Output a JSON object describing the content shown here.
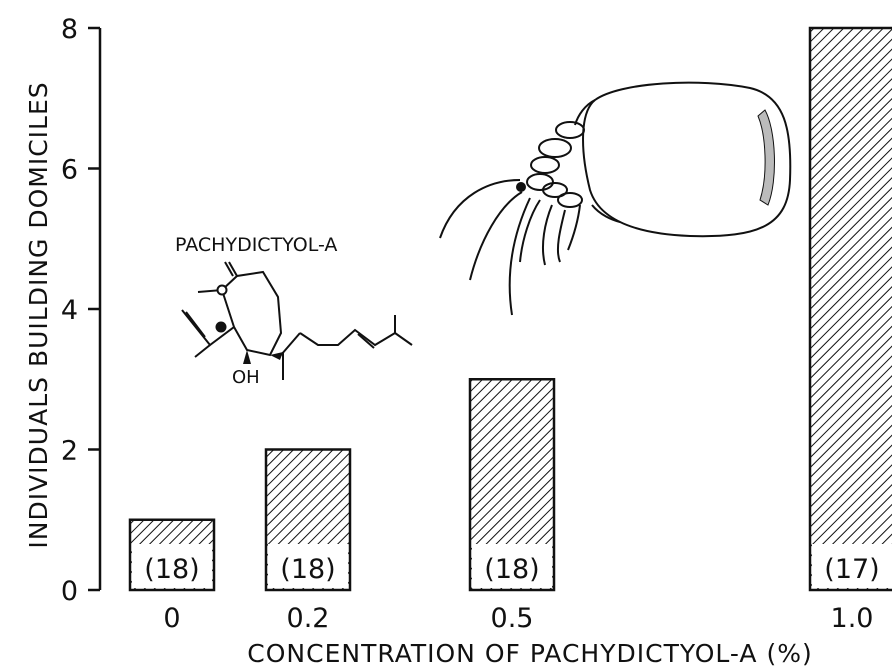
{
  "chart_data": {
    "type": "bar",
    "ylabel": "INDIVIDUALS BUILDING DOMICILES",
    "xlabel": "CONCENTRATION OF PACHYDICTYOL-A (%)",
    "ylim": [
      0,
      8
    ],
    "yticks": [
      "0",
      "2",
      "4",
      "6",
      "8"
    ],
    "x": [
      0,
      0.2,
      0.5,
      1.0
    ],
    "categories": [
      "0",
      "0.2",
      "0.5",
      "1.0"
    ],
    "values": [
      1,
      2,
      3,
      8
    ],
    "sample_sizes": [
      "(18)",
      "(18)",
      "(18)",
      "(17)"
    ],
    "grid": false
  },
  "annotation": {
    "compound_label": "PACHYDICTYOL-A",
    "hydroxyl_label": "OH"
  }
}
